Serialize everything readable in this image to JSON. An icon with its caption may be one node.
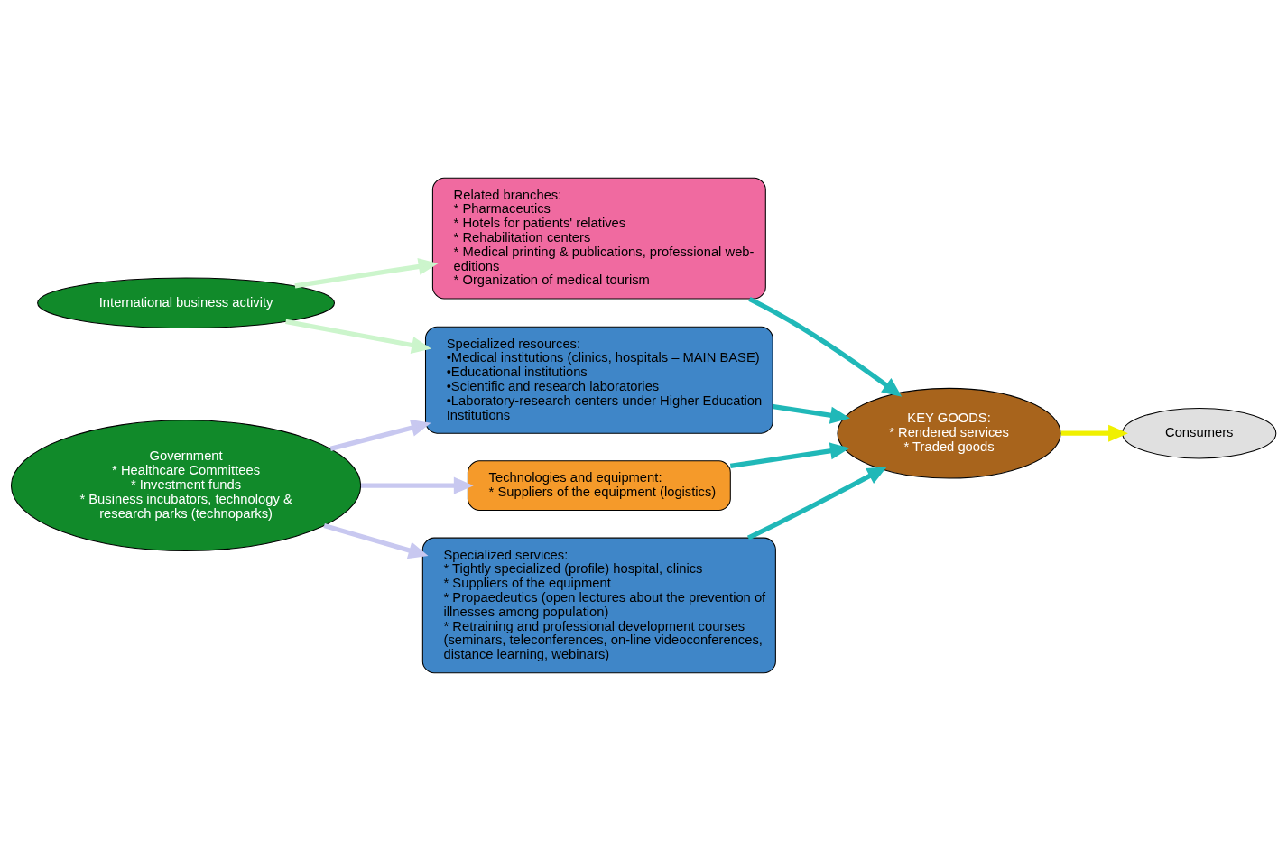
{
  "diagram": {
    "nodes": [
      {
        "text": [
          "International business activity"
        ]
      },
      {
        "text": [
          "Related branches:",
          "* Pharmaceutics",
          "* Hotels for patients' relatives",
          "* Rehabilitation centers",
          "* Medical printing & publications, professional web-editions",
          "* Organization of medical tourism"
        ]
      },
      {
        "text": [
          "Specialized resources:",
          "•Medical institutions (clinics, hospitals – MAIN BASE)",
          "•Educational institutions",
          "•Scientific and research laboratories",
          "•Laboratory-research centers under Higher Education Institutions"
        ]
      },
      {
        "text": [
          "Government",
          "* Healthcare Committees",
          "* Investment funds",
          "* Business incubators, technology & research parks (technoparks)"
        ]
      },
      {
        "text": [
          "Technologies and equipment:",
          "* Suppliers of the equipment (logistics)"
        ]
      },
      {
        "text": [
          "Specialized services:",
          "* Tightly specialized (profile) hospital, clinics",
          "* Suppliers of the equipment",
          "* Propaedeutics (open lectures about the prevention of illnesses among population)",
          "* Retraining and professional development courses (seminars, teleconferences, on-line videoconferences, distance learning, webinars)"
        ]
      },
      {
        "text": [
          "KEY GOODS:",
          "* Rendered services",
          "* Traded goods"
        ]
      },
      {
        "text": [
          "Consumers"
        ]
      }
    ],
    "edges": [
      {
        "from": 0,
        "to": 1,
        "arrow": "to",
        "color": "#ccf5cc"
      },
      {
        "from": 0,
        "to": 2,
        "arrow": "to",
        "color": "#ccf5cc"
      },
      {
        "from": 3,
        "to": 2,
        "arrow": "to",
        "color": "#c8c8f0"
      },
      {
        "from": 3,
        "to": 4,
        "arrow": "to",
        "color": "#c8c8f0"
      },
      {
        "from": 3,
        "to": 5,
        "arrow": "to",
        "color": "#c8c8f0"
      },
      {
        "from": 2,
        "to": 6,
        "arrow": "to"
      },
      {
        "from": 1,
        "to": 6,
        "arrow": "to"
      },
      {
        "from": 4,
        "to": 6,
        "arrow": "to"
      },
      {
        "from": 5,
        "to": 6,
        "arrow": "to"
      },
      {
        "from": 6,
        "to": 7,
        "arrow": "to",
        "color": "#f0f000"
      }
    ]
  }
}
